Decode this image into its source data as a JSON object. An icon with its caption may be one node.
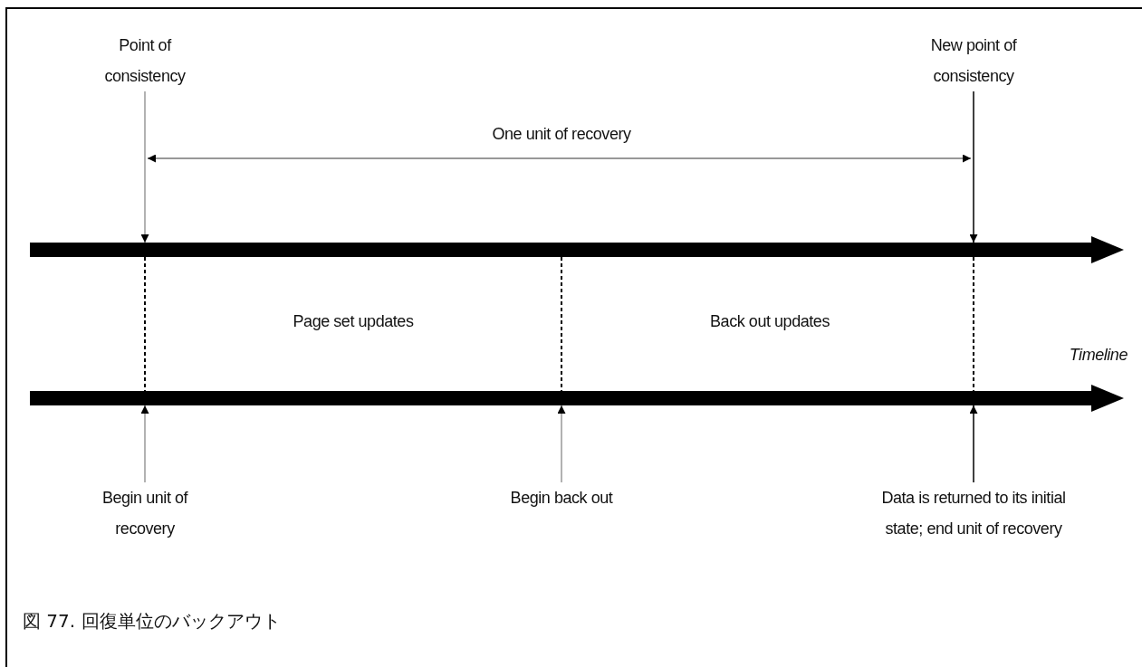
{
  "diagram": {
    "caption": "図 77. 回復単位のバックアウト",
    "nodes": [
      {
        "text": [
          "Point of consistency"
        ]
      },
      {
        "text": [
          "New point of consistency"
        ]
      },
      {
        "text": [],
        "shape": "arrow"
      },
      {
        "text": [],
        "shape": "arrow"
      },
      {
        "text": [
          "Begin unit of recovery"
        ]
      },
      {
        "text": [
          "Begin back out"
        ]
      },
      {
        "text": [
          "Data is returned to its initial state; end unit of recovery"
        ]
      }
    ],
    "edges": [
      {
        "from": 0,
        "to": 2,
        "arrow": "to",
        "color": "#999999"
      },
      {
        "from": 1,
        "to": 2,
        "arrow": "to"
      },
      {
        "from": 2,
        "to": 3,
        "arrow": "none",
        "style": "dashed"
      },
      {
        "from": 2,
        "to": 3,
        "arrow": "none",
        "style": "dashed"
      },
      {
        "from": 2,
        "to": 3,
        "arrow": "none",
        "style": "dashed"
      },
      {
        "from": 4,
        "to": 3,
        "arrow": "to",
        "color": "#999999"
      },
      {
        "from": 5,
        "to": 3,
        "arrow": "to",
        "color": "#999999"
      },
      {
        "from": 6,
        "to": 3,
        "arrow": "to"
      }
    ],
    "labels": [
      "One unit of recovery",
      "Page set updates",
      "Back out updates",
      "Timeline"
    ]
  }
}
